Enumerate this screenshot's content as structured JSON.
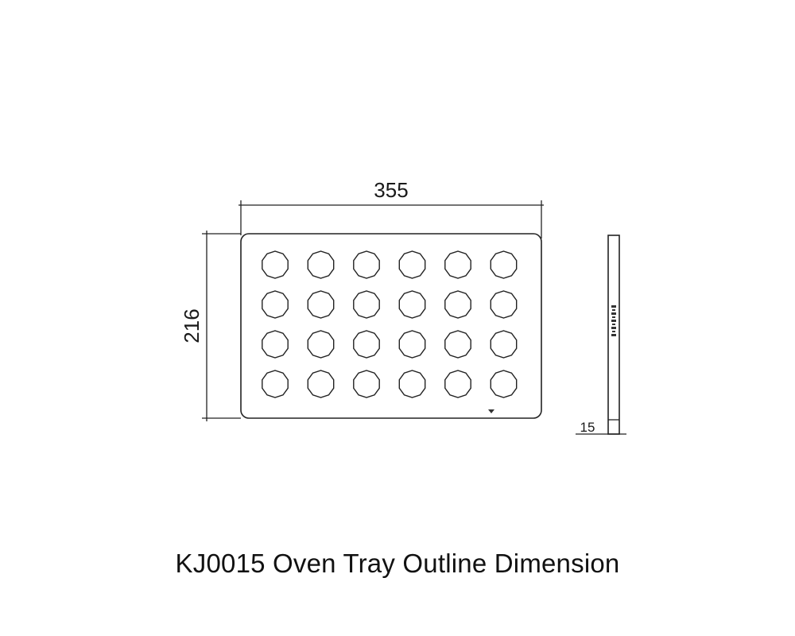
{
  "diagram": {
    "dimensions": {
      "width": "355",
      "height": "216",
      "thickness": "15"
    },
    "holes": {
      "rows": 4,
      "columns": 6
    },
    "side_view_marking": "",
    "line_color": "#222222"
  },
  "caption": "KJ0015 Oven Tray Outline Dimension"
}
